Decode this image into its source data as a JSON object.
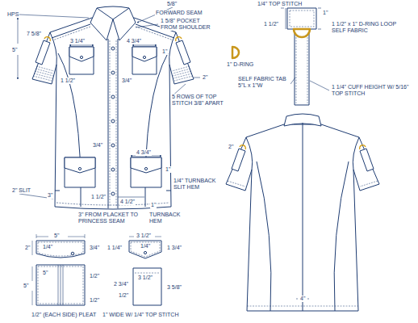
{
  "diagram": {
    "labels": [
      "HPS",
      "5/8\"",
      "FORWARD SEAM",
      "1 5/8\" POCKET FROM SHOULDER",
      "5\"",
      "7 5/8\"",
      "3 1/4\"",
      "4 3/4\"",
      "1\"",
      "1 1/2\"",
      "3/4\"",
      "2\"",
      "5 ROWS OF TOP STITCH 3/8\" APART",
      "3/4\"",
      "4 3/4\"",
      "1\"",
      "1/4\" TURNBACK SLIT HEM",
      "2\" SLIT",
      "3\"",
      "1 1/2\"",
      "4 1/2\"",
      "1\"",
      "TURNBACK HEM",
      "3\" FROM PLACKET TO PRINCESS SEAM",
      "1/4\" TOP STITCH",
      "1\"",
      "1 1/2\"",
      "1 1/2\" x 1\" D-RING LOOP SELF FABRIC",
      "1\" D-RING",
      "SELF FABRIC TAB 5\"L x 1\"W",
      "1 1/4\" CUFF HEIGHT W/ 5/16\" TOP STITCH",
      "2\"",
      "4\"",
      "5\"",
      "2\"",
      "1/4\"",
      "3/4\"",
      "3 1/2\"",
      "1 1/4\"",
      "1/4\"",
      "1 3/4\"",
      "5\"",
      "5\"",
      "1/2\"",
      "1/2\"",
      "1/2\" (EACH SIDE) PLEAT",
      "3 1/2\"",
      "2 3/4\"",
      "1/2\"",
      "3 5/8\"",
      "1\" WIDE W/ 1/4\" TOP STITCH"
    ]
  }
}
